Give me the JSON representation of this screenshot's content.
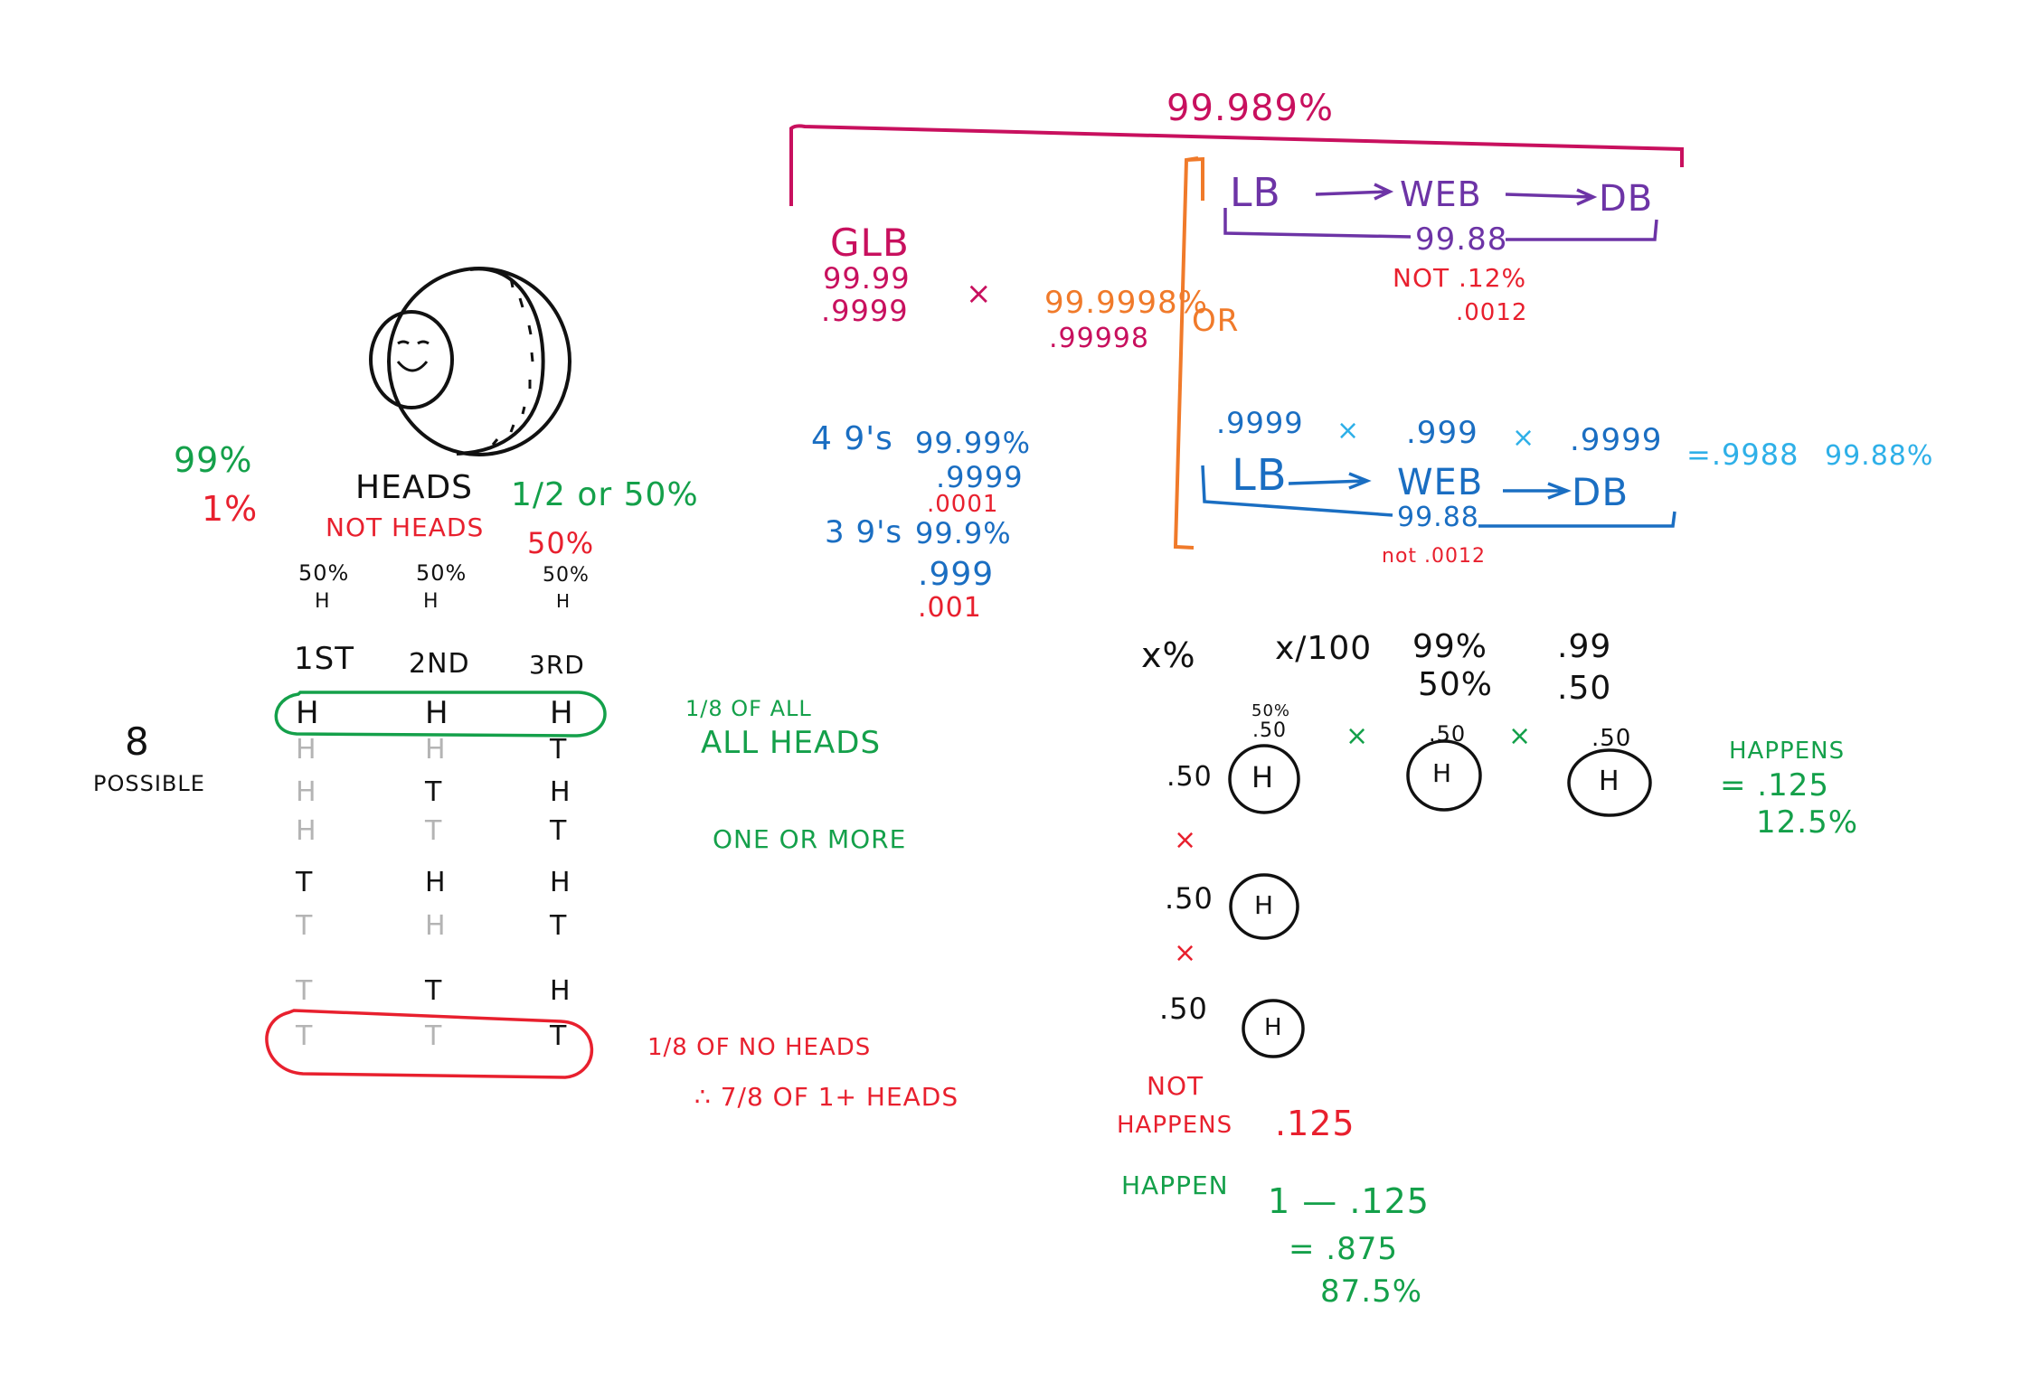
{
  "colors": {
    "black": "#111111",
    "gray": "#b4b4b4",
    "green": "#14a04a",
    "red": "#e8202e",
    "magenta": "#c8105e",
    "orange": "#f07a2a",
    "purple": "#6d34a6",
    "blue": "#1a6ec2",
    "lightblue": "#2fb0e8"
  },
  "coin": {
    "heads_label": "HEADS",
    "heads_prob": "1/2 or 50%",
    "not_heads_label": "NOT HEADS",
    "not_heads_prob": "50%",
    "p99": "99%",
    "p1": "1%"
  },
  "flips": {
    "probs": [
      "50%",
      "50%",
      "50%"
    ],
    "outcome": [
      "H",
      "H",
      "H"
    ],
    "headers": [
      "1ST",
      "2ND",
      "3RD"
    ],
    "rows": [
      [
        {
          "v": "H",
          "c": "black"
        },
        {
          "v": "H",
          "c": "black"
        },
        {
          "v": "H",
          "c": "black"
        }
      ],
      [
        {
          "v": "H",
          "c": "gray"
        },
        {
          "v": "H",
          "c": "gray"
        },
        {
          "v": "T",
          "c": "black"
        }
      ],
      [
        {
          "v": "H",
          "c": "gray"
        },
        {
          "v": "T",
          "c": "black"
        },
        {
          "v": "H",
          "c": "black"
        }
      ],
      [
        {
          "v": "H",
          "c": "gray"
        },
        {
          "v": "T",
          "c": "gray"
        },
        {
          "v": "T",
          "c": "black"
        }
      ],
      [
        {
          "v": "T",
          "c": "black"
        },
        {
          "v": "H",
          "c": "black"
        },
        {
          "v": "H",
          "c": "black"
        }
      ],
      [
        {
          "v": "T",
          "c": "gray"
        },
        {
          "v": "H",
          "c": "gray"
        },
        {
          "v": "T",
          "c": "black"
        }
      ],
      [
        {
          "v": "T",
          "c": "gray"
        },
        {
          "v": "T",
          "c": "black"
        },
        {
          "v": "H",
          "c": "black"
        }
      ],
      [
        {
          "v": "T",
          "c": "gray"
        },
        {
          "v": "T",
          "c": "gray"
        },
        {
          "v": "T",
          "c": "black"
        }
      ]
    ],
    "possible_count": "8",
    "possible_label": "POSSIBLE",
    "all_heads_fraction": "1/8 OF ALL",
    "all_heads_label": "ALL HEADS",
    "one_or_more": "ONE OR MORE",
    "no_heads": "1/8 OF NO HEADS",
    "one_plus_heads": "∴ 7/8 OF 1+ HEADS"
  },
  "availability": {
    "top_total": "99.989%",
    "glb_label": "GLB",
    "glb_pct": "99.99",
    "glb_dec": ".9999",
    "times": "×",
    "combo_pct": "99.9998%",
    "combo_dec": ".99998",
    "or_label": "OR",
    "purple_chain": [
      "LB",
      "WEB",
      "DB"
    ],
    "purple_value": "99.88",
    "purple_not_pct": "NOT .12%",
    "purple_not_dec": ".0012",
    "nines4_label": "4 9's",
    "nines4_pct": "99.99%",
    "nines4_dec": ".9999",
    "nines4_fail": ".0001",
    "nines3_label": "3 9's",
    "nines3_pct": "99.9%",
    "nines3_dec": ".999",
    "nines3_fail": ".001",
    "chain_vals": [
      ".9999",
      ".999",
      ".9999"
    ],
    "chain_result": "=.9988",
    "chain_result_pct": "99.88%",
    "blue_chain": [
      "LB",
      "WEB",
      "DB"
    ],
    "blue_value": "99.88",
    "blue_not": "not .0012"
  },
  "probability": {
    "x_pct": "x%",
    "x_over": "x/100",
    "p99": "99%",
    "p50": "50%",
    "d99": ".99",
    "d50": ".50",
    "top_labels": [
      ".50",
      ".50",
      ".50"
    ],
    "top_label_pct": "50%",
    "coin_h": "H",
    "happens_label": "HAPPENS",
    "happens_dec": "= .125",
    "happens_pct": "12.5%",
    "col_vals": [
      ".50",
      ".50",
      ".50"
    ],
    "not_label": "NOT",
    "not_happens_label": "HAPPENS",
    "not_happens_val": ".125",
    "happen_label": "HAPPEN",
    "happen_calc": "1 — .125",
    "happen_dec": "= .875",
    "happen_pct": "87.5%"
  }
}
